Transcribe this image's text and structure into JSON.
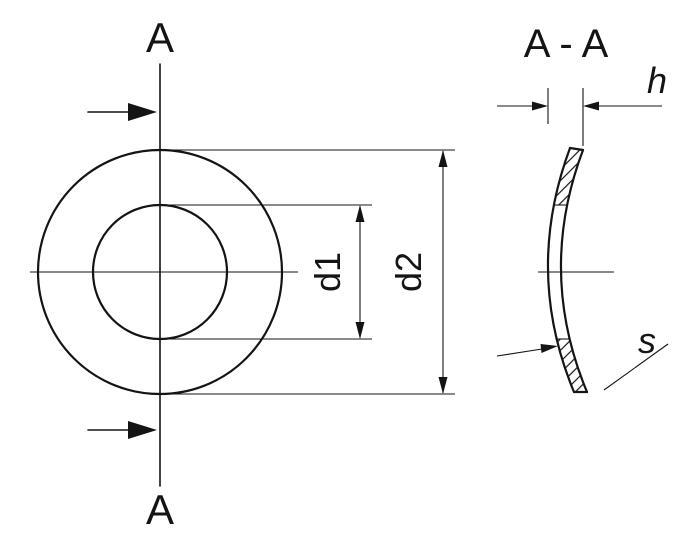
{
  "drawing": {
    "background_color": "#ffffff",
    "line_color": "#141414",
    "front_view": {
      "section_label_top": "A",
      "section_label_bottom": "A",
      "inner_diameter_label": "d1",
      "outer_diameter_label": "d2"
    },
    "section_view": {
      "title": "A - A",
      "height_label": "h",
      "thickness_label": "s"
    }
  }
}
